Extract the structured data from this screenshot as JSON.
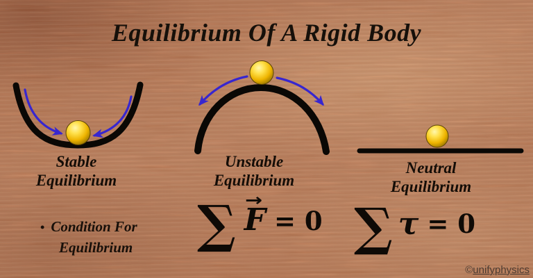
{
  "title": "Equilibrium Of A Rigid Body",
  "diagrams": {
    "stable": {
      "line1": "Stable",
      "line2": "Equilibrium"
    },
    "unstable": {
      "line1": "Unstable",
      "line2": "Equilibrium"
    },
    "neutral": {
      "line1": "Neutral",
      "line2": "Equilibrium"
    }
  },
  "condition": {
    "bullet": "•",
    "line1": "Condition For",
    "line2": "Equilibrium"
  },
  "formulas": {
    "force": {
      "sum": "∑",
      "vector_arrow": "→",
      "symbol": "F",
      "rhs": "= 0"
    },
    "torque": {
      "sum": "∑",
      "symbol": "τ",
      "rhs": "= 0"
    }
  },
  "watermark": {
    "symbol": "©",
    "text": "unifyphysics"
  },
  "colors": {
    "background_base": "#c67c53",
    "surface_black": "#0a0805",
    "arrow_blue": "#3726cf",
    "ball_gold": "#ffd92e",
    "text_dark": "#140d07"
  }
}
